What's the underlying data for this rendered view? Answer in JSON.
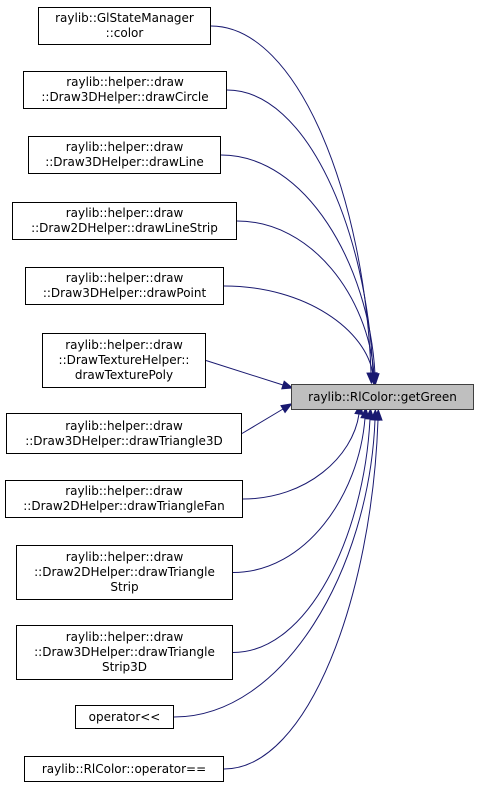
{
  "diagram": {
    "edge_color": "#191970",
    "target_fill": "#bfbfbf",
    "target": {
      "lines": [
        "raylib::RlColor::getGreen"
      ]
    },
    "callers": [
      {
        "id": "glstatemanager-color",
        "lines": [
          "raylib::GlStateManager",
          "::color"
        ]
      },
      {
        "id": "draw3d-drawcircle",
        "lines": [
          "raylib::helper::draw",
          "::Draw3DHelper::drawCircle"
        ]
      },
      {
        "id": "draw3d-drawline",
        "lines": [
          "raylib::helper::draw",
          "::Draw3DHelper::drawLine"
        ]
      },
      {
        "id": "draw2d-drawlinestrip",
        "lines": [
          "raylib::helper::draw",
          "::Draw2DHelper::drawLineStrip"
        ]
      },
      {
        "id": "draw3d-drawpoint",
        "lines": [
          "raylib::helper::draw",
          "::Draw3DHelper::drawPoint"
        ]
      },
      {
        "id": "drawtexture-drawtexturepoly",
        "lines": [
          "raylib::helper::draw",
          "::DrawTextureHelper::",
          "drawTexturePoly"
        ]
      },
      {
        "id": "draw3d-drawtriangle3d",
        "lines": [
          "raylib::helper::draw",
          "::Draw3DHelper::drawTriangle3D"
        ]
      },
      {
        "id": "draw2d-drawtrianglefan",
        "lines": [
          "raylib::helper::draw",
          "::Draw2DHelper::drawTriangleFan"
        ]
      },
      {
        "id": "draw2d-drawtrianglestrip",
        "lines": [
          "raylib::helper::draw",
          "::Draw2DHelper::drawTriangle",
          "Strip"
        ]
      },
      {
        "id": "draw3d-drawtrianglestrip3d",
        "lines": [
          "raylib::helper::draw",
          "::Draw3DHelper::drawTriangle",
          "Strip3D"
        ]
      },
      {
        "id": "operator-shift",
        "lines": [
          "operator<<"
        ]
      },
      {
        "id": "rlcolor-operator-eq",
        "lines": [
          "raylib::RlColor::operator=="
        ]
      }
    ]
  }
}
